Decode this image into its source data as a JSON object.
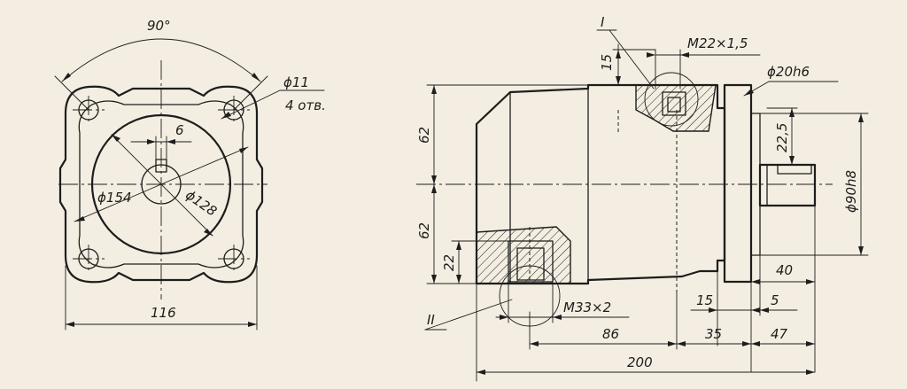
{
  "front_view": {
    "angle_dim": "90°",
    "hole_dia": "ϕ11",
    "hole_count": "4 отв.",
    "key_width": "6",
    "dia_outer": "ϕ154",
    "dia_inner": "ϕ128",
    "width": "116"
  },
  "side_view": {
    "section_1": "I",
    "section_2": "II",
    "thread_top": "M22×1,5",
    "thread_bottom": "M33×2",
    "shaft_fit": "ϕ20h6",
    "spigot_fit": "ϕ90h8",
    "dim_15_top": "15",
    "dim_62_top": "62",
    "dim_62_bottom": "62",
    "dim_22_left": "22",
    "dim_22_5": "22,5",
    "dim_40": "40",
    "dim_15_bottom": "15",
    "dim_5": "5",
    "dim_86": "86",
    "dim_35": "35",
    "dim_47": "47",
    "dim_200": "200"
  },
  "colors": {
    "paper": "#f3eee1",
    "ink": "#1d1d1d"
  }
}
